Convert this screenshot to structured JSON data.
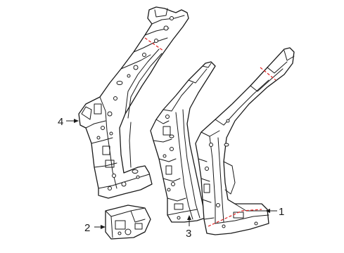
{
  "diagram": {
    "callouts": [
      {
        "id": "1",
        "label": "1"
      },
      {
        "id": "2",
        "label": "2"
      },
      {
        "id": "3",
        "label": "3"
      },
      {
        "id": "4",
        "label": "4"
      }
    ],
    "colors": {
      "line": "#1a1a1a",
      "section_cut": "#e02020",
      "background": "#ffffff"
    }
  }
}
